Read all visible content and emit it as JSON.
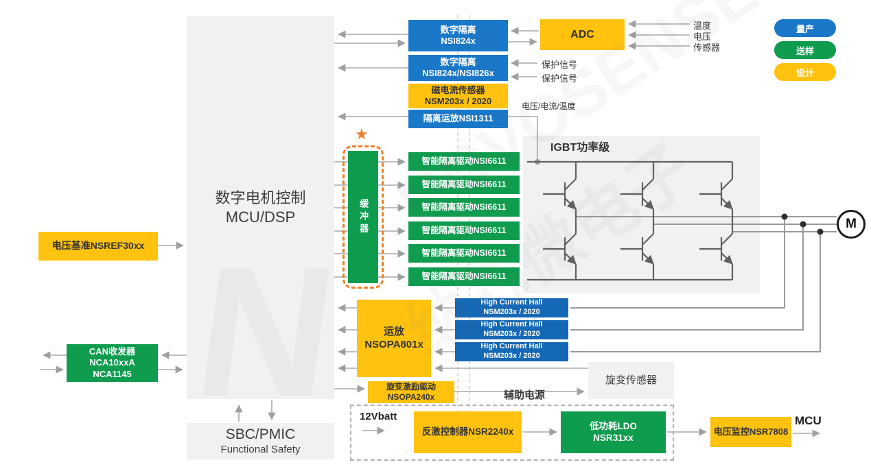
{
  "colors": {
    "blue": "#1B78C8",
    "hall_blue": "#1568B5",
    "green": "#0F9C4F",
    "yellow": "#FFC20E",
    "orange": "#F07E26",
    "box_gray": "#F1F1F1",
    "line_gray": "#A8A8A8",
    "bridge_gray": "#606060"
  },
  "legend": {
    "items": [
      {
        "label": "量产",
        "color": "#1B78C8"
      },
      {
        "label": "送样",
        "color": "#0F9C4F"
      },
      {
        "label": "设计",
        "color": "#FFC20E"
      }
    ]
  },
  "watermark": {
    "letter": "N",
    "brand": "NOVOSENSE",
    "brand_cn": "纳芯微电子"
  },
  "mcu": {
    "title_line1": "数字电机控制",
    "title_line2": "MCU/DSP"
  },
  "sbc": {
    "line1": "SBC/PMIC",
    "line2": "Functional Safety"
  },
  "vref": {
    "label": "电压基准NSREF30xx"
  },
  "can": {
    "line1": "CAN收发器",
    "line2": "NCA10xxA",
    "line3": "NCA1145"
  },
  "isolation": {
    "iso1": {
      "line1": "数字隔离",
      "line2": "NSI824x"
    },
    "iso2": {
      "line1": "数字隔离",
      "line2": "NSI824x/NSI826x"
    },
    "mag_sensor": {
      "line1": "磁电流传感器",
      "line2": "NSM203x / 2020"
    },
    "iso_amp": {
      "label": "隔离运放NSI1311"
    }
  },
  "adc": {
    "label": "ADC",
    "inputs": [
      "温度",
      "电压",
      "传感器"
    ],
    "protect1": "保护信号",
    "protect2": "保护信号",
    "vct_label": "电压/电流/温度"
  },
  "gate_drive": {
    "star": "★",
    "buffer": "缓冲器",
    "driver_label": "智能隔离驱动NSI6611"
  },
  "igbt": {
    "title": "IGBT功率级",
    "motor": "M"
  },
  "hall": {
    "line1": "High Current Hall",
    "line2": "NSM203x / 2020"
  },
  "opamp": {
    "line1": "运放",
    "line2": "NSOPA801x"
  },
  "excite": {
    "line1": "旋变激励驱动",
    "line2": "NSOPA240x"
  },
  "resolver": {
    "label": "旋变传感器"
  },
  "aux": {
    "title": "辅助电源",
    "batt": "12Vbatt",
    "flyback": "反激控制器NSR2240x",
    "ldo_line1": "低功耗LDO",
    "ldo_line2": "NSR31xx",
    "vmon": "电压监控NSR7808",
    "mcu_out": "MCU"
  }
}
